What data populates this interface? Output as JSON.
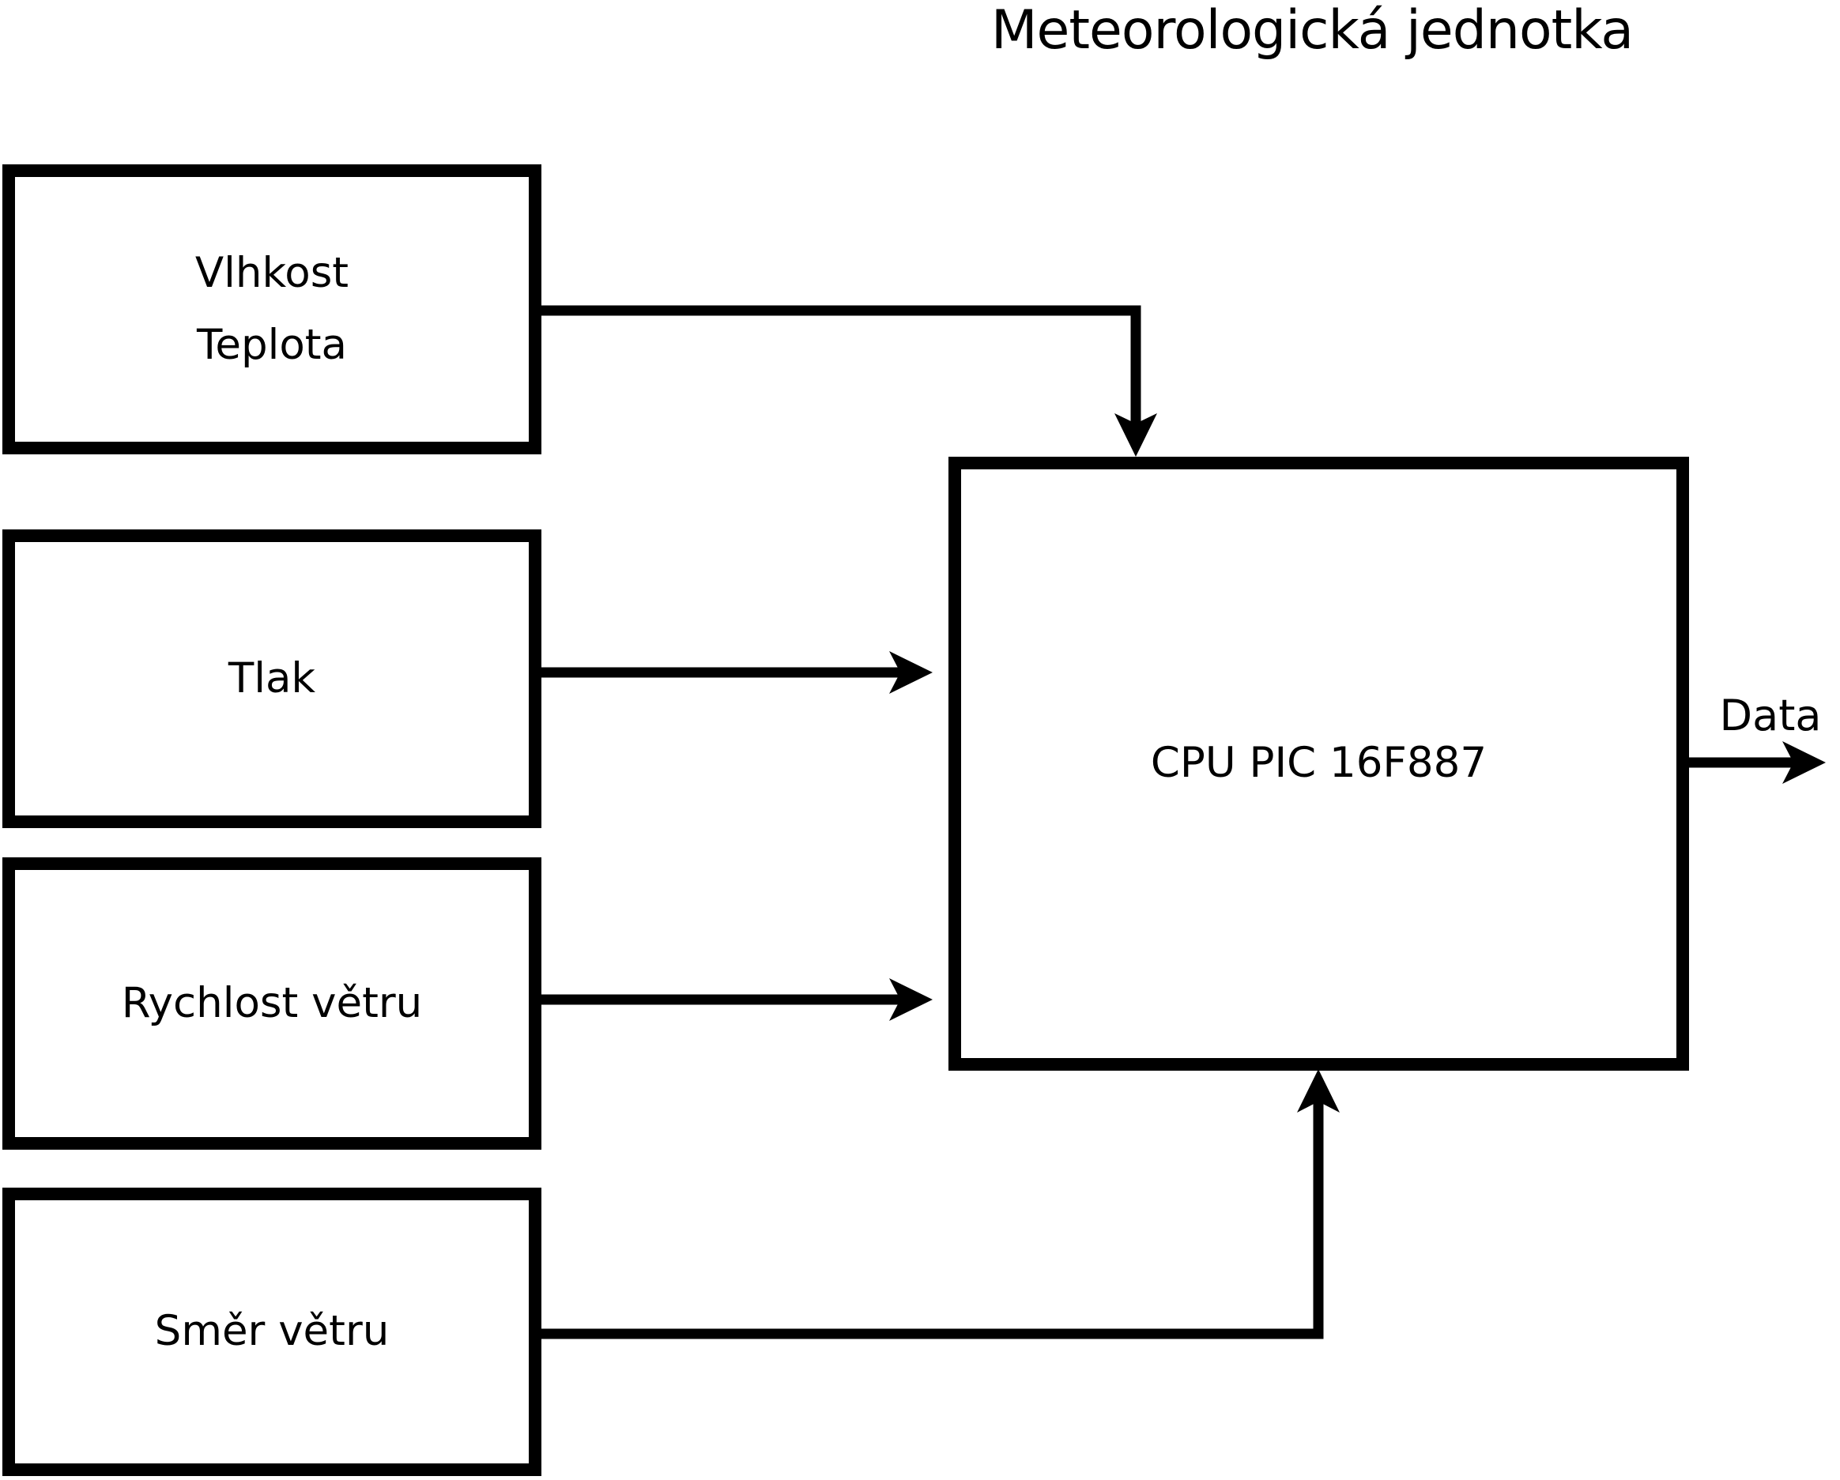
{
  "title": "Meteorologická jednotka",
  "colors": {
    "ink": "#000000",
    "background": "#ffffff"
  },
  "nodes": {
    "sensors": [
      {
        "id": "vlhkost-teplota",
        "lines": [
          "Vlhkost",
          "Teplota"
        ]
      },
      {
        "id": "tlak",
        "label": "Tlak"
      },
      {
        "id": "rychlost-vetru",
        "label": "Rychlost větru"
      },
      {
        "id": "smer-vetru",
        "label": "Směr větru"
      }
    ],
    "cpu": {
      "id": "cpu",
      "label": "CPU PIC 16F887"
    }
  },
  "output": {
    "label": "Data"
  },
  "edges": [
    {
      "from": "vlhkost-teplota",
      "to": "cpu",
      "arrow": "down-into-top"
    },
    {
      "from": "tlak",
      "to": "cpu",
      "arrow": "right-into-left"
    },
    {
      "from": "rychlost-vetru",
      "to": "cpu",
      "arrow": "right-into-left"
    },
    {
      "from": "smer-vetru",
      "to": "cpu",
      "arrow": "up-into-bottom"
    },
    {
      "from": "cpu",
      "to": "data-out",
      "arrow": "right-out"
    }
  ]
}
